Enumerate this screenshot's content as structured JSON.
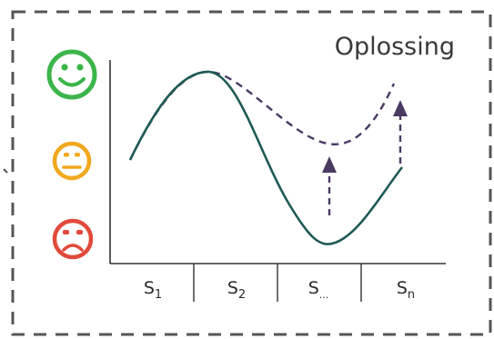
{
  "title": "Oplossing",
  "faces": [
    {
      "mood": "happy",
      "color": "#3bb54a"
    },
    {
      "mood": "neutral",
      "color": "#f2a81d"
    },
    {
      "mood": "sad",
      "color": "#e04a3a"
    }
  ],
  "segments": [
    {
      "base": "S",
      "sub": "1"
    },
    {
      "base": "S",
      "sub": "2"
    },
    {
      "base": "S",
      "sub": "..."
    },
    {
      "base": "S",
      "sub": "n"
    }
  ],
  "colors": {
    "border": "#555555",
    "axis": "#333333",
    "solid_curve": "#1f5a55",
    "dashed_curve": "#4a3a63",
    "arrow": "#4a3a63"
  }
}
